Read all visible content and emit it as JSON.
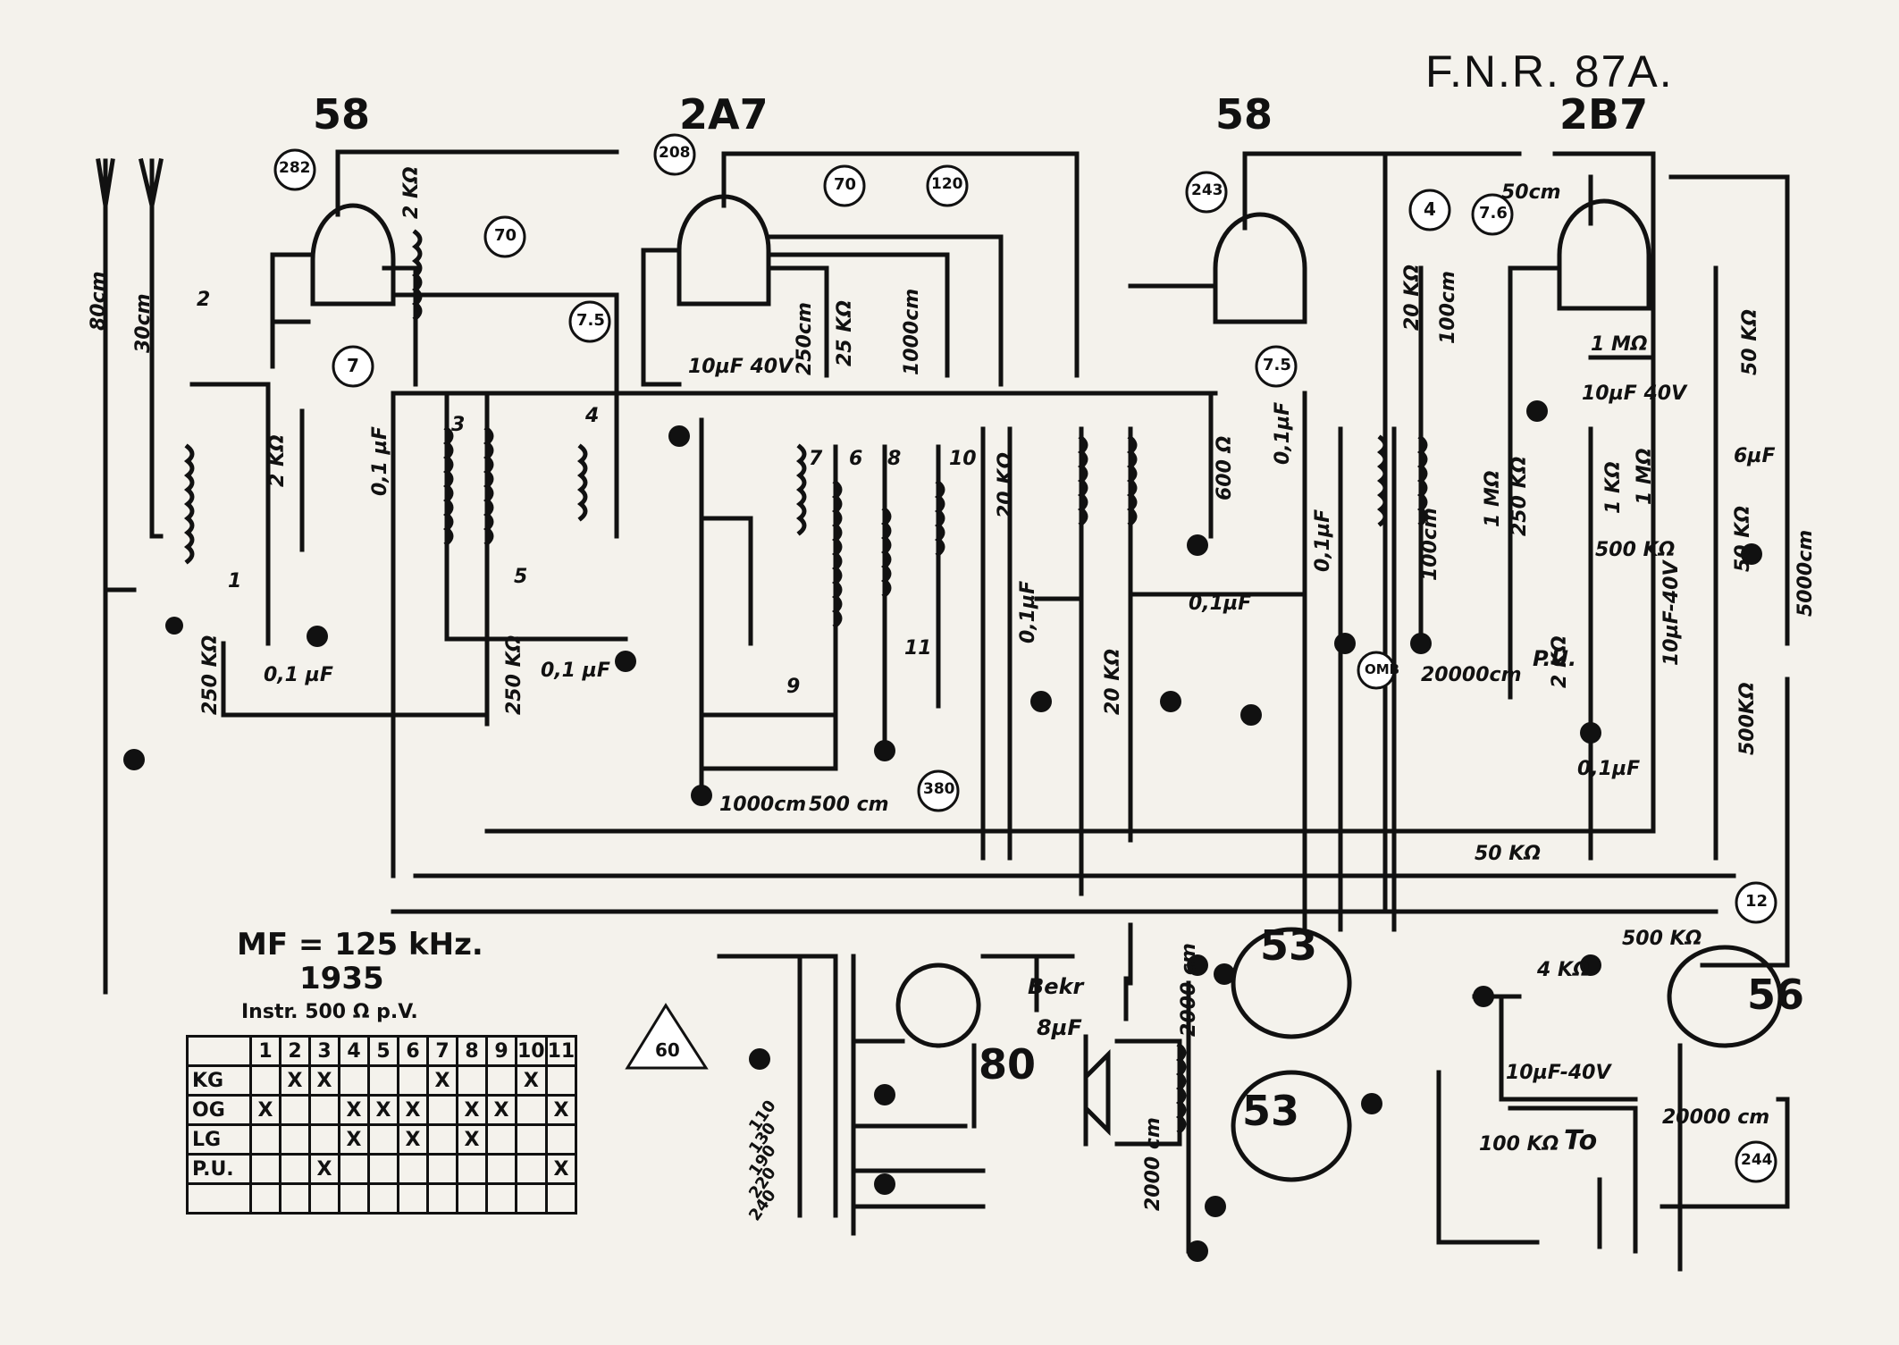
{
  "title": "F.N.R. 87A.",
  "tubes": [
    "58",
    "2A7",
    "58",
    "2B7",
    "80",
    "53",
    "53",
    "56"
  ],
  "circled_values": [
    "282",
    "70",
    "7",
    "208",
    "70",
    "120",
    "7.5",
    "243",
    "7.5",
    "4",
    "7.6",
    "380",
    "12",
    "244",
    "60"
  ],
  "component_labels": [
    "2 KΩ",
    "2 KΩ",
    "0,1 µF",
    "250 KΩ",
    "0,1 µF",
    "250 KΩ",
    "0,1 µF",
    "10µF 40V",
    "250cm",
    "25 KΩ",
    "1000cm",
    "20 KΩ",
    "1000cm",
    "500 cm",
    "0,1µF",
    "20 KΩ",
    "600 Ω",
    "0,1µF",
    "0,1µF",
    "0,1µF",
    "20 KΩ",
    "100cm",
    "100cm",
    "1 MΩ",
    "250 KΩ",
    "1 MΩ",
    "10µF 40V",
    "1 KΩ",
    "1 MΩ",
    "500 KΩ",
    "20000cm",
    "2 KΩ",
    "0,1µF",
    "10µF-40V",
    "50 KΩ",
    "6µF",
    "50 KΩ",
    "500KΩ",
    "5000cm",
    "50 KΩ",
    "500 KΩ",
    "4 KΩ",
    "10µF-40V",
    "20000 cm",
    "100 KΩ",
    "To",
    "Bekr",
    "8µF",
    "2000 cm",
    "2000 cm",
    "50cm",
    "80cm",
    "30cm",
    "P.U.",
    "OMB"
  ],
  "switch_numbers": [
    "1",
    "2",
    "3",
    "4",
    "5",
    "6",
    "7",
    "8",
    "9",
    "10",
    "11"
  ],
  "mains_taps": [
    "110",
    "130",
    "190",
    "220",
    "240"
  ],
  "notes": {
    "mf": "MF = 125 kHz.",
    "year": "1935",
    "instr": "Instr. 500 Ω p.V."
  },
  "switch_table": {
    "columns": [
      "1",
      "2",
      "3",
      "4",
      "5",
      "6",
      "7",
      "8",
      "9",
      "10",
      "11"
    ],
    "rows": [
      {
        "label": "KG",
        "cells": [
          "",
          "X",
          "X",
          "",
          "",
          "",
          "X",
          "",
          "",
          "X",
          ""
        ]
      },
      {
        "label": "OG",
        "cells": [
          "X",
          "",
          "",
          "X",
          "X",
          "X",
          "",
          "X",
          "X",
          "",
          "X"
        ]
      },
      {
        "label": "LG",
        "cells": [
          "",
          "",
          "",
          "X",
          "",
          "X",
          "",
          "X",
          "",
          "",
          ""
        ]
      },
      {
        "label": "P.U.",
        "cells": [
          "",
          "",
          "X",
          "",
          "",
          "",
          "",
          "",
          "",
          "",
          "X"
        ]
      },
      {
        "label": "",
        "cells": [
          "",
          "",
          "",
          "",
          "",
          "",
          "",
          "",
          "",
          "",
          ""
        ]
      }
    ]
  }
}
